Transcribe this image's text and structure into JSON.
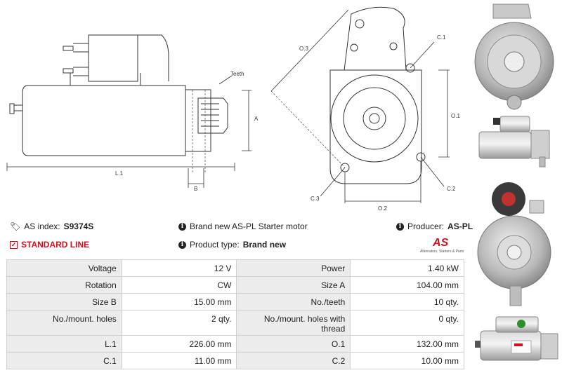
{
  "drawing": {
    "labels": {
      "teeth": "Teeth",
      "a": "A",
      "l1": "L.1",
      "b": "B",
      "o3": "O.3",
      "c1": "C.1",
      "o1": "O.1",
      "c2": "C.2",
      "c3": "C.3",
      "o2": "O.2"
    }
  },
  "info": {
    "as_index_label": "AS index:",
    "as_index_value": "S9374S",
    "description": "Brand new AS-PL Starter motor",
    "producer_label": "Producer:",
    "producer_value": "AS-PL",
    "standard_line": "STANDARD LINE",
    "product_type_label": "Product type:",
    "product_type_value": "Brand new",
    "logo_text": "AS",
    "logo_tagline": "Alternators, Starters & Parts",
    "accent_color": "#d0101a"
  },
  "specs": {
    "rows": [
      [
        "Voltage",
        "12 V",
        "Power",
        "1.40 kW"
      ],
      [
        "Rotation",
        "CW",
        "Size A",
        "104.00 mm"
      ],
      [
        "Size B",
        "15.00 mm",
        "No./teeth",
        "10 qty."
      ],
      [
        "No./mount. holes",
        "2 qty.",
        "No./mount. holes with thread",
        "0 qty."
      ],
      [
        "L.1",
        "226.00 mm",
        "O.1",
        "132.00 mm"
      ],
      [
        "C.1",
        "11.00 mm",
        "C.2",
        "10.00 mm"
      ]
    ]
  }
}
